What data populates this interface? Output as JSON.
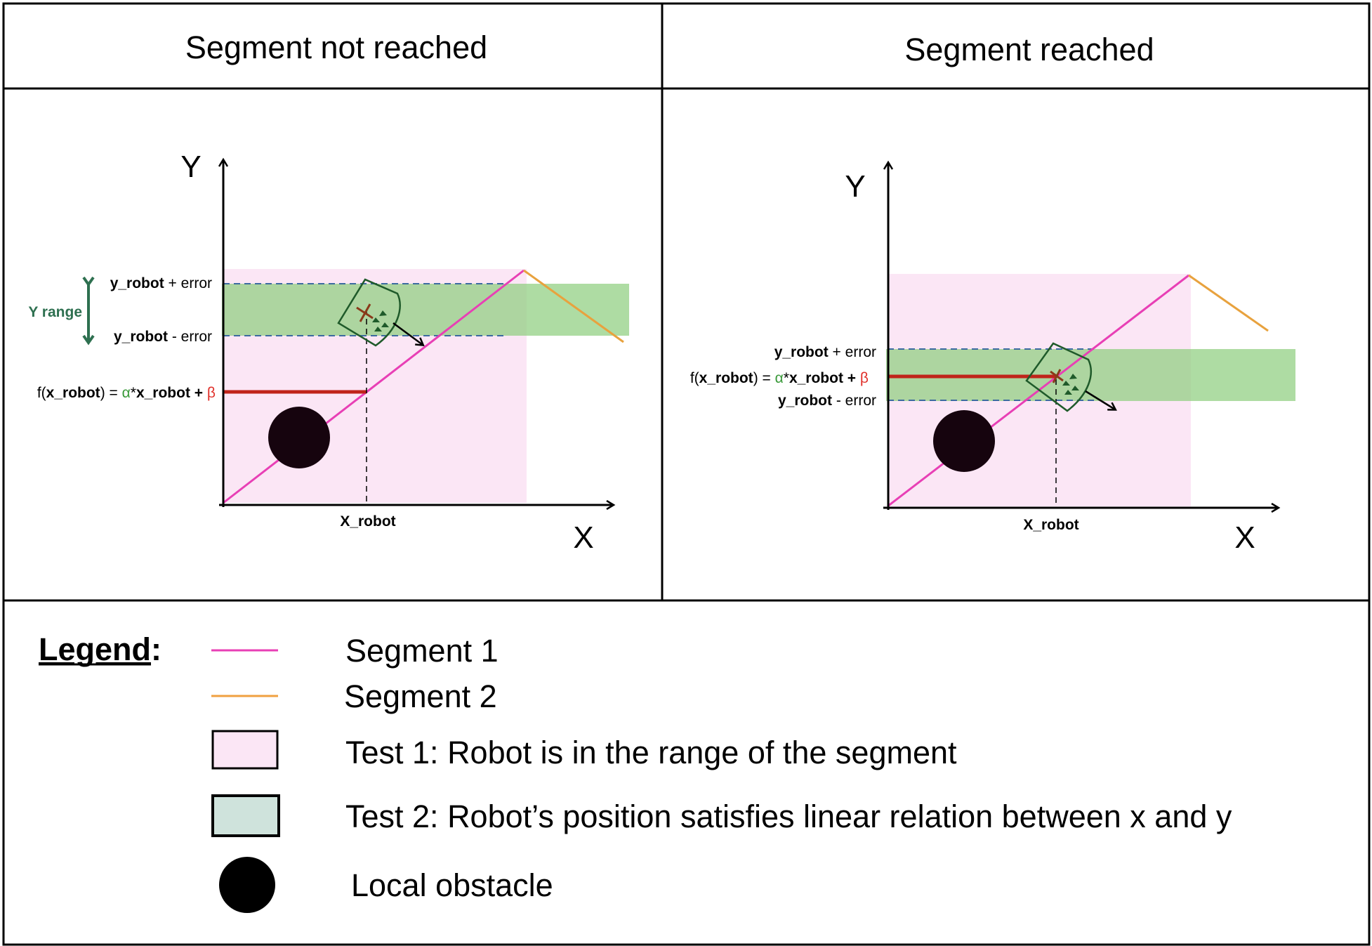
{
  "headers": {
    "left": "Segment not reached",
    "right": "Segment reached"
  },
  "axes": {
    "x": "X",
    "y": "Y",
    "x_robot": "X_robot"
  },
  "left_panel": {
    "yrange_label": "Y range",
    "upper_bold": "y_robot",
    "upper_rest": " + error",
    "lower_bold": "y_robot",
    "lower_rest": " - error",
    "fx": {
      "a": "f(",
      "b": "x_robot",
      "c": ") = ",
      "d": "α",
      "e": "*",
      "f": "x_robot",
      "g": " + ",
      "h": "β"
    }
  },
  "right_panel": {
    "upper_bold": "y_robot",
    "upper_rest": " + error",
    "lower_bold": "y_robot",
    "lower_rest": " - error",
    "fx": {
      "a": "f(",
      "b": "x_robot",
      "c": ") = ",
      "d": "α",
      "e": "*",
      "f": "x_robot",
      "g": " + ",
      "h": "β"
    }
  },
  "legend": {
    "title": "Legend",
    "colon": ":",
    "items": [
      {
        "label": "Segment 1",
        "color": "#e83fb5"
      },
      {
        "label": "Segment 2",
        "color": "#f0a040"
      },
      {
        "label": "Test 1: Robot is in the range of the segment",
        "color": "#fbe6f5"
      },
      {
        "label": "Test 2: Robot’s position satisfies linear relation between x and y",
        "color": "#cfe3dc"
      },
      {
        "label": "Local obstacle",
        "color": "#000000"
      }
    ]
  },
  "colors": {
    "segment1": "#e83fb5",
    "segment2": "#f0a040",
    "range_fill": "#fbe6f5",
    "band_fill": "#8fcf80",
    "robot_green": "#1f5a2a",
    "fx_red": "#c0241a",
    "alpha_green": "#3a9a3a",
    "beta_red": "#e0302a",
    "yrange_green": "#2e7050",
    "obstacle": "#16040e"
  }
}
